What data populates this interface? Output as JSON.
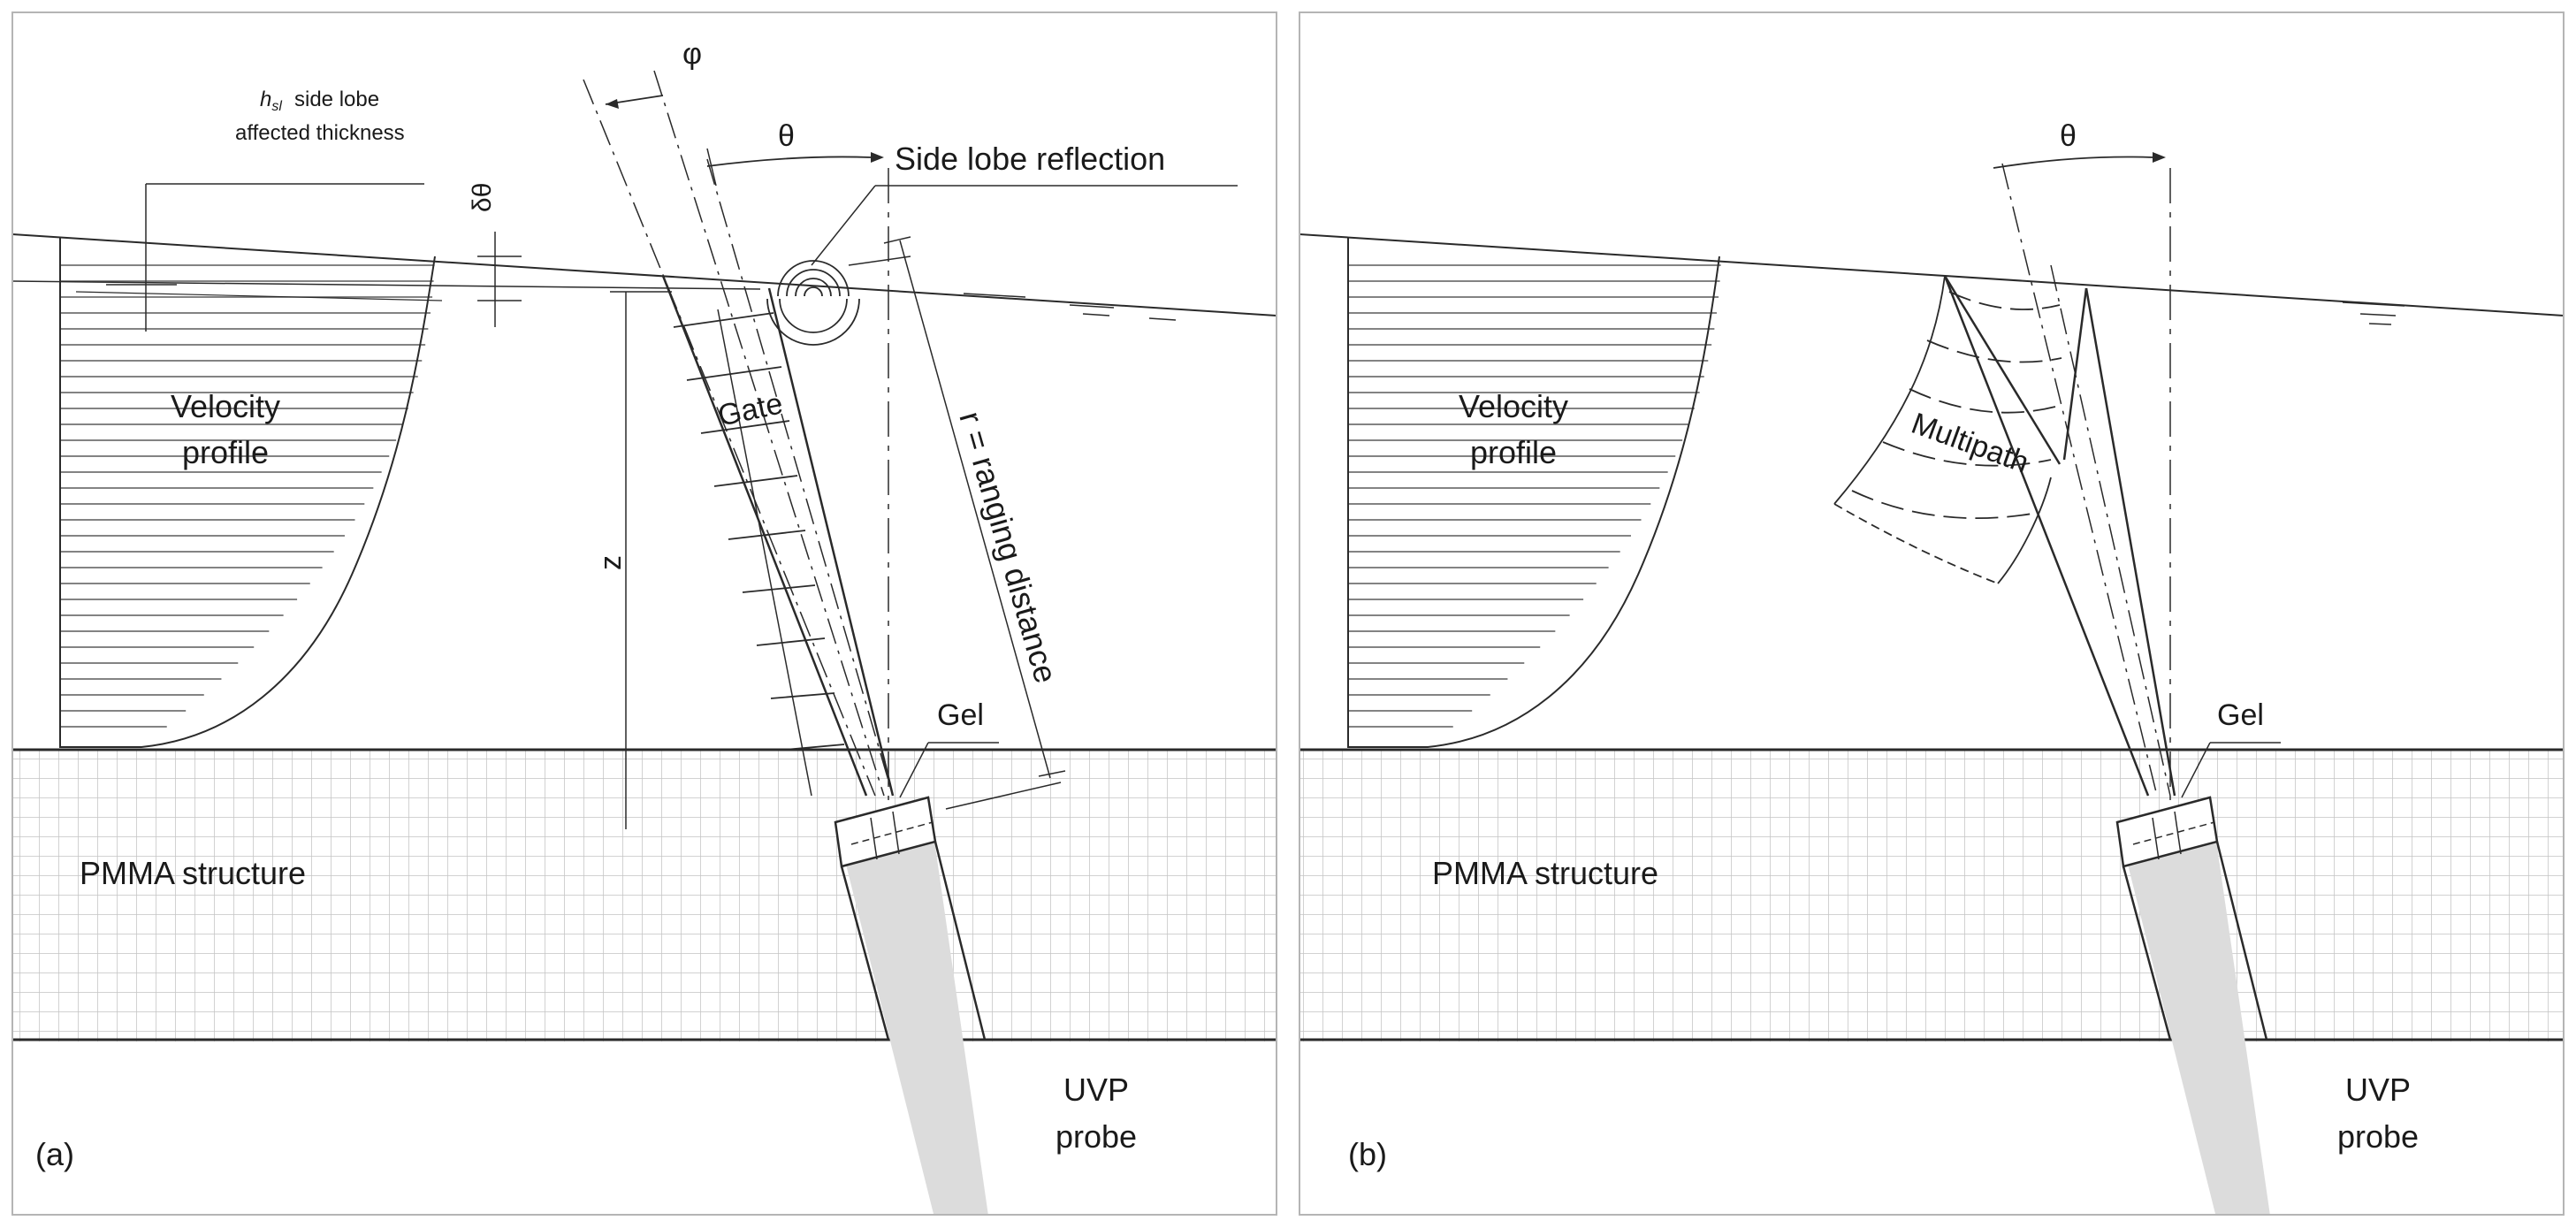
{
  "panel_a": {
    "tag": "(a)",
    "hsl_symbol": "h",
    "hsl_subscript": "sl",
    "hsl_text": "side lobe",
    "hsl_text2": "affected thickness",
    "delta_theta": "δθ",
    "phi": "φ",
    "theta": "θ",
    "side_lobe_reflection": "Side lobe reflection",
    "velocity_profile_line1": "Velocity",
    "velocity_profile_line2": "profile",
    "gate": "Gate",
    "z": "z",
    "ranging_distance": "r = ranging distance",
    "gel": "Gel",
    "pmma": "PMMA structure",
    "probe_line1": "UVP",
    "probe_line2": "probe"
  },
  "panel_b": {
    "tag": "(b)",
    "theta": "θ",
    "velocity_profile_line1": "Velocity",
    "velocity_profile_line2": "profile",
    "multipath": "Multipath",
    "gel": "Gel",
    "pmma": "PMMA structure",
    "probe_line1": "UVP",
    "probe_line2": "probe"
  }
}
